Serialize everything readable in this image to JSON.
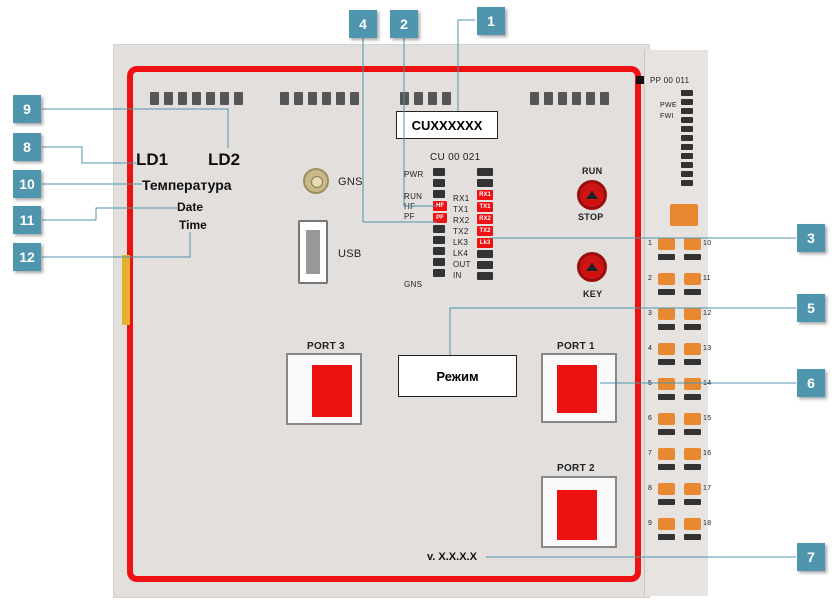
{
  "device": {
    "model_label": "CUXXXXXX",
    "unit_name": "CU 00 021",
    "module_name": "PP 00 011",
    "mode_label": "Режим",
    "version": "v. X.X.X.X"
  },
  "display": {
    "ld1": "LD1",
    "ld2": "LD2",
    "temperature": "Температура",
    "date": "Date",
    "time": "Time"
  },
  "connectors": {
    "gns": "GNS",
    "usb": "USB",
    "port1": "PORT 1",
    "port2": "PORT 2",
    "port3": "PORT 3"
  },
  "buttons": {
    "run": "RUN",
    "stop": "STOP",
    "key": "KEY"
  },
  "leds_left": [
    "PWR",
    "RUN",
    "HF",
    "PF",
    "GNS"
  ],
  "leds_left_badges": [
    "HF",
    "PF"
  ],
  "leds_right": [
    "RX1",
    "TX1",
    "RX2",
    "TX2",
    "LK3",
    "LK4",
    "OUT",
    "IN"
  ],
  "leds_right_badges": [
    "RX1",
    "TX1",
    "RX2",
    "TX2",
    "Lk3"
  ],
  "module_leds": [
    "PWE",
    "FWI"
  ],
  "terminals_left": [
    "1",
    "2",
    "3",
    "4",
    "5",
    "6",
    "7",
    "8",
    "9"
  ],
  "terminals_right": [
    "10",
    "11",
    "12",
    "13",
    "14",
    "15",
    "16",
    "17",
    "18"
  ],
  "callouts": [
    "1",
    "2",
    "3",
    "4",
    "5",
    "6",
    "7",
    "8",
    "9",
    "10",
    "11",
    "12"
  ],
  "colors": {
    "frame": "#ee1111",
    "callout": "#4f95ad",
    "terminal": "#e88830"
  }
}
